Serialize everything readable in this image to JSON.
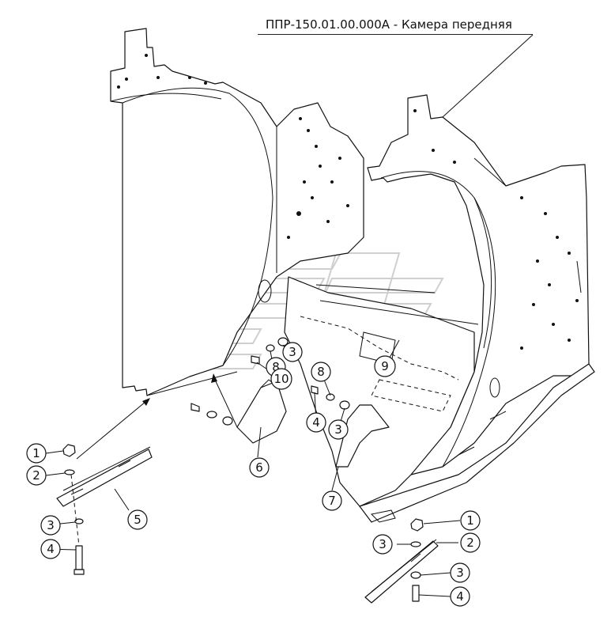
{
  "title": "ППР-150.01.00.000А - Камера передняя",
  "callouts": [
    {
      "id": "c1-left",
      "label": "1"
    },
    {
      "id": "c2-left",
      "label": "2"
    },
    {
      "id": "c3-left",
      "label": "3"
    },
    {
      "id": "c4-left",
      "label": "4"
    },
    {
      "id": "c5",
      "label": "5"
    },
    {
      "id": "c6",
      "label": "6"
    },
    {
      "id": "c7",
      "label": "7"
    },
    {
      "id": "c8a",
      "label": "8"
    },
    {
      "id": "c8b",
      "label": "8"
    },
    {
      "id": "c9",
      "label": "9"
    },
    {
      "id": "c10",
      "label": "10"
    },
    {
      "id": "c3-mid-a",
      "label": "3"
    },
    {
      "id": "c3-mid-b",
      "label": "3"
    },
    {
      "id": "c4-mid",
      "label": "4"
    },
    {
      "id": "c1-right",
      "label": "1"
    },
    {
      "id": "c2-right",
      "label": "2"
    },
    {
      "id": "c3-right-a",
      "label": "3"
    },
    {
      "id": "c3-right-b",
      "label": "3"
    },
    {
      "id": "c4-right",
      "label": "4"
    }
  ]
}
